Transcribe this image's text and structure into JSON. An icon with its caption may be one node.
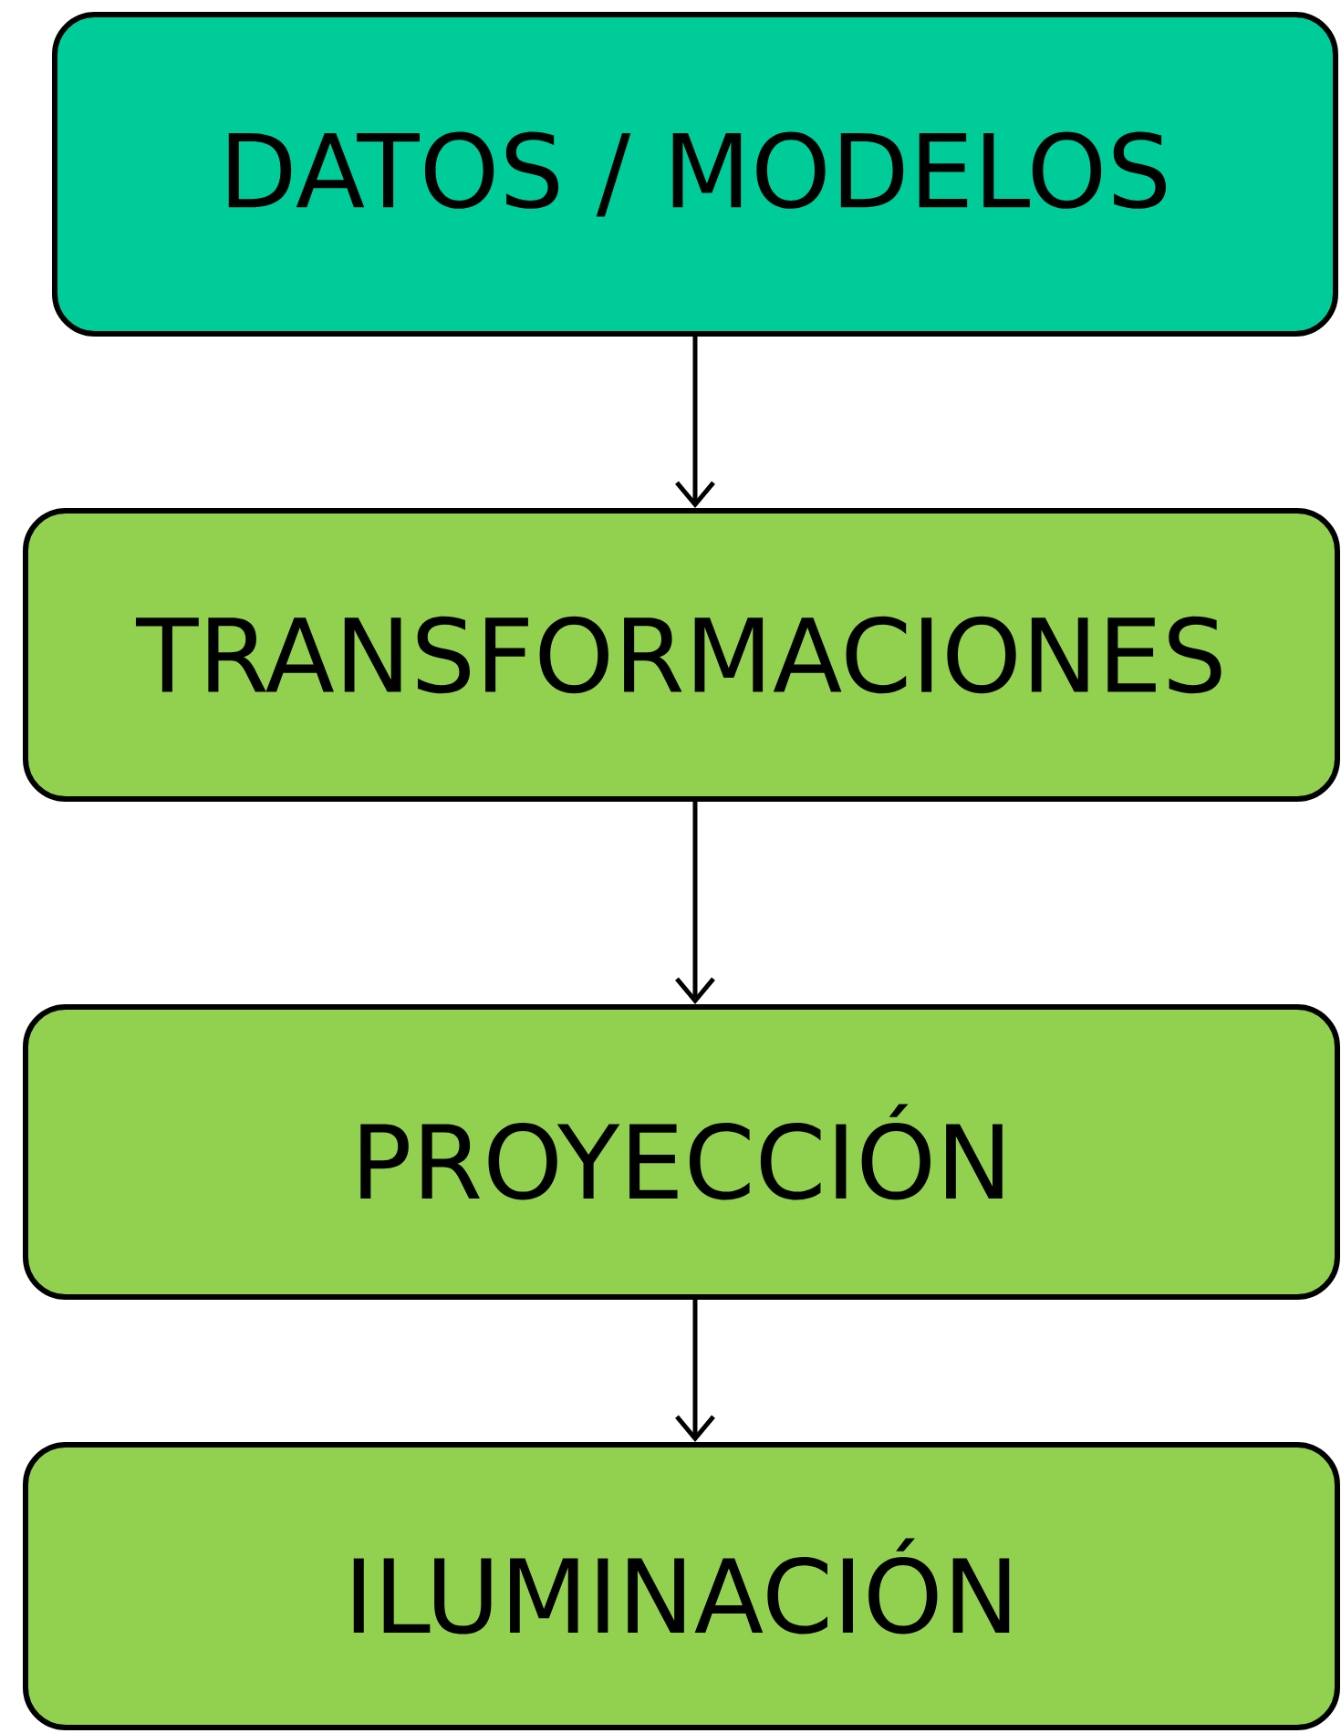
{
  "diagram": {
    "nodes": [
      {
        "text": [
          "DATOS / MODELOS"
        ]
      },
      {
        "text": [
          "TRANSFORMACIONES"
        ]
      },
      {
        "text": [
          "PROYECCIÓN"
        ]
      },
      {
        "text": [
          "ILUMINACIÓN"
        ]
      }
    ],
    "edges": [
      {
        "from": 0,
        "to": 1,
        "arrow": "to"
      },
      {
        "from": 1,
        "to": 2,
        "arrow": "to"
      },
      {
        "from": 2,
        "to": 3,
        "arrow": "to"
      }
    ]
  }
}
